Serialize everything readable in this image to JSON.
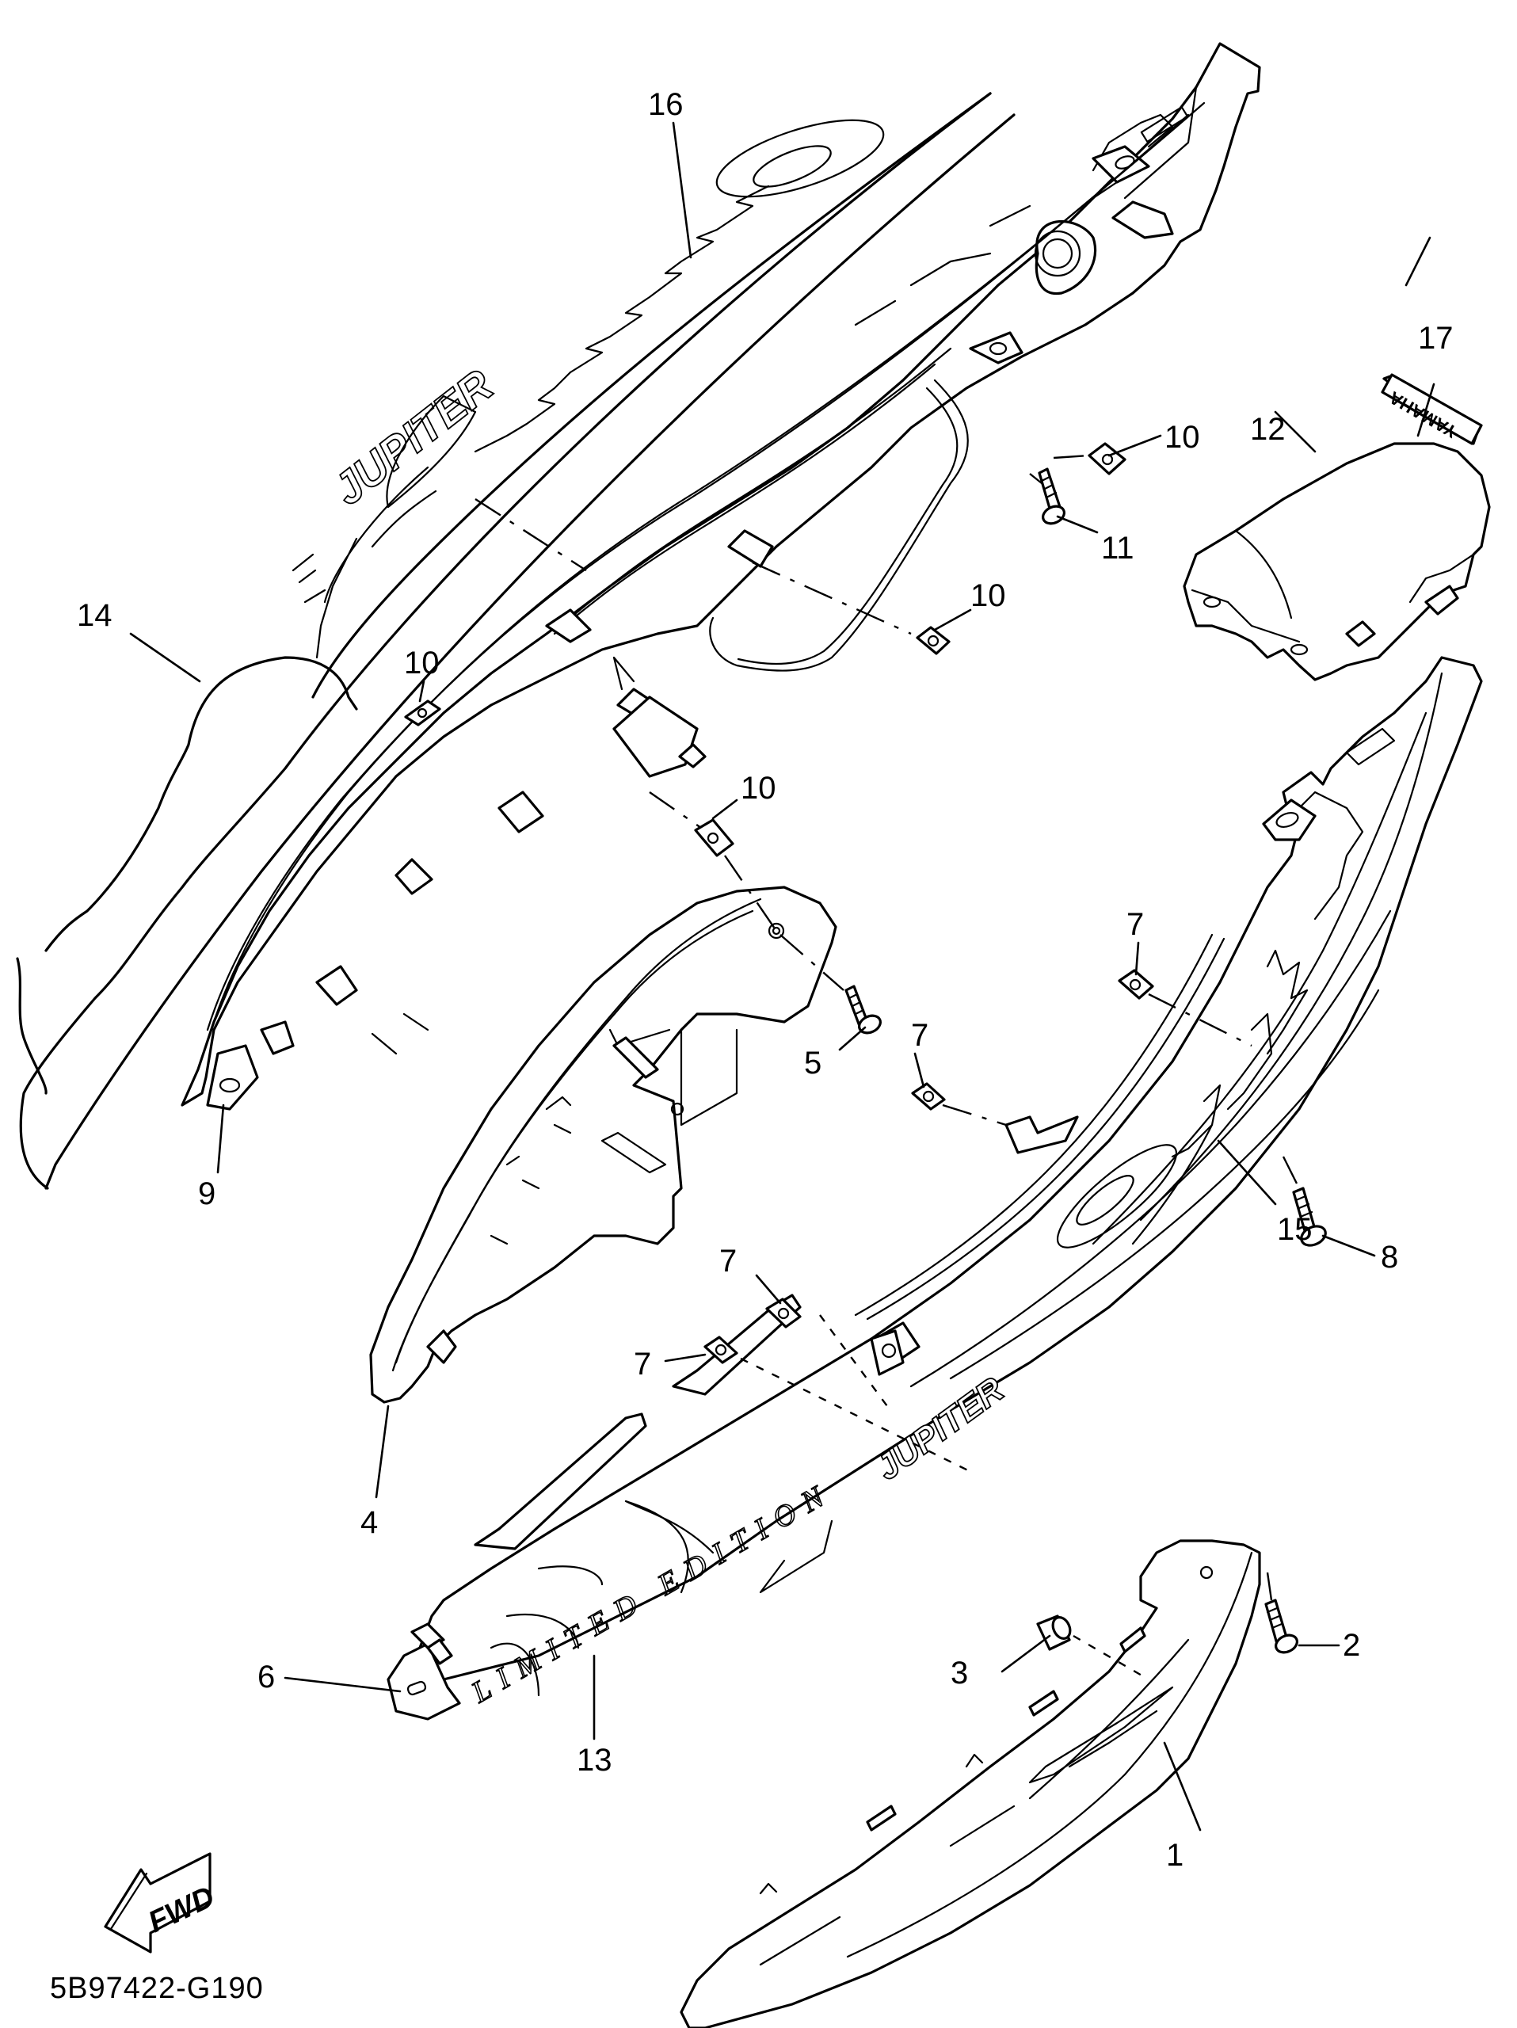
{
  "diagram": {
    "code": "5B97422-G190",
    "direction_label": "FWD",
    "decal_texts": {
      "emblem_17": "YAMAHA",
      "stripe_13": "LIMITED EDITION",
      "model_script": "JUPITER"
    },
    "callouts": [
      {
        "id": "1",
        "label": "1"
      },
      {
        "id": "2",
        "label": "2"
      },
      {
        "id": "3",
        "label": "3"
      },
      {
        "id": "4",
        "label": "4"
      },
      {
        "id": "5",
        "label": "5"
      },
      {
        "id": "6",
        "label": "6"
      },
      {
        "id": "7a",
        "label": "7"
      },
      {
        "id": "7b",
        "label": "7"
      },
      {
        "id": "7c",
        "label": "7"
      },
      {
        "id": "7d",
        "label": "7"
      },
      {
        "id": "8",
        "label": "8"
      },
      {
        "id": "9",
        "label": "9"
      },
      {
        "id": "10a",
        "label": "10"
      },
      {
        "id": "10b",
        "label": "10"
      },
      {
        "id": "10c",
        "label": "10"
      },
      {
        "id": "10d",
        "label": "10"
      },
      {
        "id": "11",
        "label": "11"
      },
      {
        "id": "12",
        "label": "12"
      },
      {
        "id": "13",
        "label": "13"
      },
      {
        "id": "14",
        "label": "14"
      },
      {
        "id": "15",
        "label": "15"
      },
      {
        "id": "16",
        "label": "16"
      },
      {
        "id": "17",
        "label": "17"
      }
    ]
  }
}
